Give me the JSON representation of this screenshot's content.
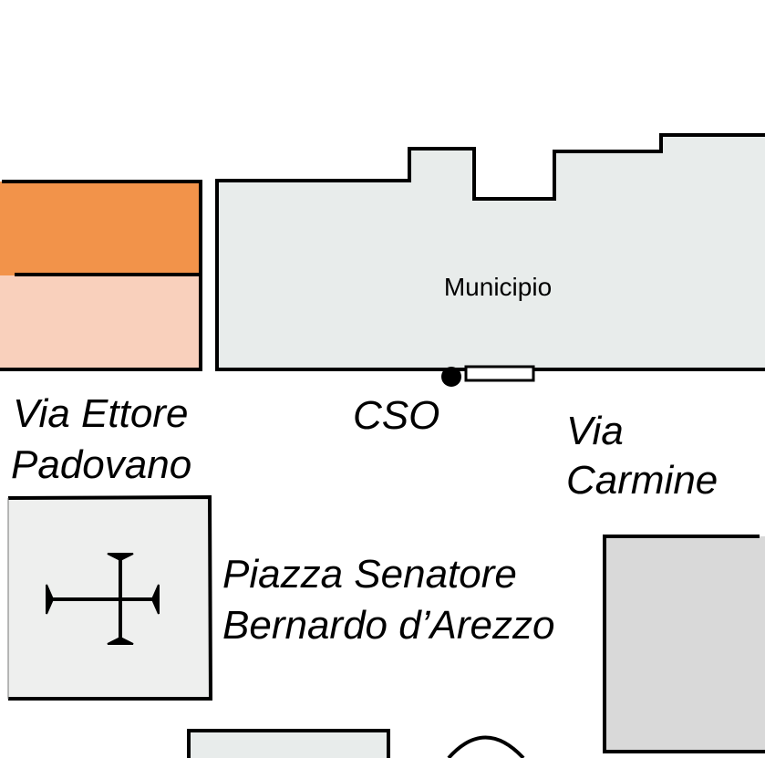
{
  "map": {
    "labels": {
      "municipio": "Municipio",
      "cso": "CSO",
      "via_ettore_line1": "Via Ettore",
      "via_ettore_line2": "Padovano",
      "via_carmine_line1": "Via",
      "via_carmine_line2": "Carmine",
      "piazza_line1": "Piazza Senatore",
      "piazza_line2": "Bernardo d’Arezzo"
    },
    "icons": {
      "church": "cross-icon",
      "cso_marker": "location-dot-icon"
    },
    "colors": {
      "orange_building": "#f2934a",
      "peach_building": "#f9d0bc",
      "municipio_fill": "#e8eceb",
      "church_fill": "#eeefee",
      "gray_building": "#d9d9d9",
      "outline": "#000000",
      "background": "#ffffff"
    }
  }
}
